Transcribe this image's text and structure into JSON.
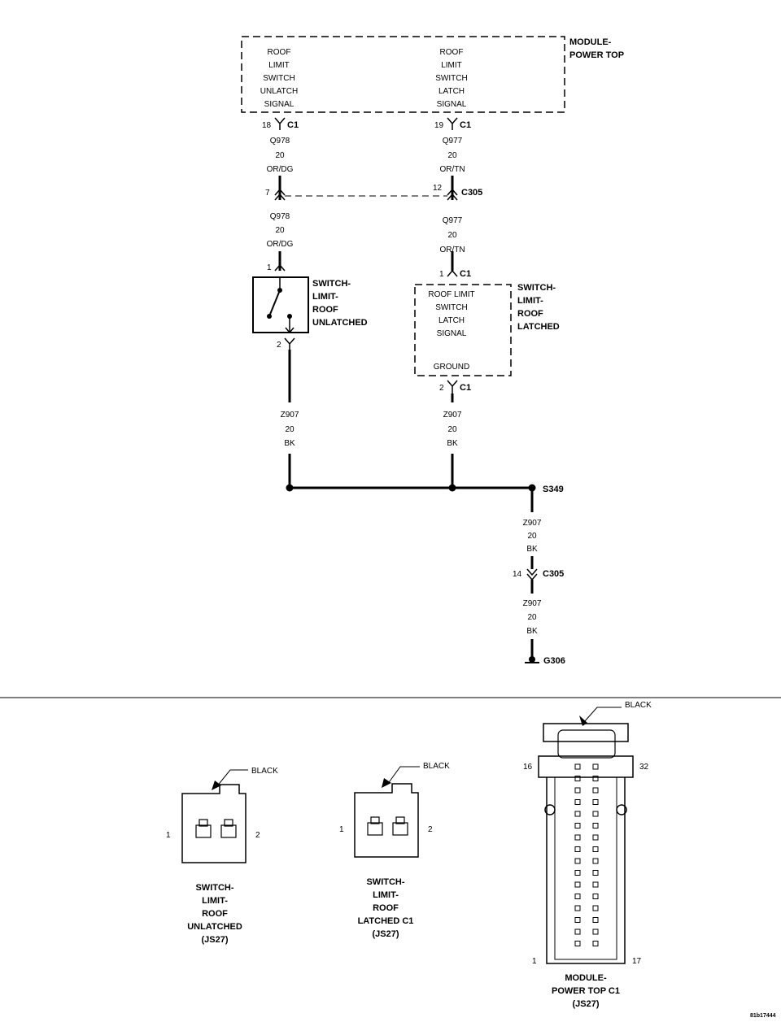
{
  "module": {
    "name_lines": [
      "MODULE-",
      "POWER TOP"
    ],
    "left_signal_lines": [
      "ROOF",
      "LIMIT",
      "SWITCH",
      "UNLATCH",
      "SIGNAL"
    ],
    "right_signal_lines": [
      "ROOF",
      "LIMIT",
      "SWITCH",
      "LATCH",
      "SIGNAL"
    ],
    "left_pin": "18",
    "right_pin": "19",
    "connector": "C1"
  },
  "wires": {
    "left_upper": [
      "Q978",
      "20",
      "OR/DG"
    ],
    "right_upper": [
      "Q977",
      "20",
      "OR/TN"
    ],
    "left_mid": [
      "Q978",
      "20",
      "OR/DG"
    ],
    "right_mid": [
      "Q977",
      "20",
      "OR/TN"
    ],
    "left_ground": [
      "Z907",
      "20",
      "BK"
    ],
    "right_ground": [
      "Z907",
      "20",
      "BK"
    ],
    "splice_down": [
      "Z907",
      "20",
      "BK"
    ],
    "final_down": [
      "Z907",
      "20",
      "BK"
    ]
  },
  "c305_top": {
    "left_pin": "7",
    "right_pin": "12",
    "name": "C305"
  },
  "switch_unlatched": {
    "name_lines": [
      "SWITCH-",
      "LIMIT-",
      "ROOF",
      "UNLATCHED"
    ],
    "top_pin": "1",
    "bottom_pin": "2"
  },
  "switch_latched": {
    "name_lines": [
      "SWITCH-",
      "LIMIT-",
      "ROOF",
      "LATCHED"
    ],
    "signal_lines": [
      "ROOF LIMIT",
      "SWITCH",
      "LATCH",
      "SIGNAL"
    ],
    "ground_label": "GROUND",
    "top_pin": "1",
    "bottom_pin": "2",
    "connector": "C1"
  },
  "splice": "S349",
  "c305_bottom": {
    "pin": "14",
    "name": "C305"
  },
  "ground": "G306",
  "connector_views": {
    "unlatched": {
      "color": "BLACK",
      "pin_left": "1",
      "pin_right": "2",
      "caption_lines": [
        "SWITCH-",
        "LIMIT-",
        "ROOF",
        "UNLATCHED",
        "(JS27)"
      ]
    },
    "latched": {
      "color": "BLACK",
      "pin_left": "1",
      "pin_right": "2",
      "caption_lines": [
        "SWITCH-",
        "LIMIT-",
        "ROOF",
        "LATCHED C1",
        "(JS27)"
      ]
    },
    "module": {
      "color": "BLACK",
      "pin_tl": "16",
      "pin_tr": "32",
      "pin_bl": "1",
      "pin_br": "17",
      "caption_lines": [
        "MODULE-",
        "POWER TOP C1",
        "(JS27)"
      ]
    }
  },
  "figure_id": "81b17444"
}
